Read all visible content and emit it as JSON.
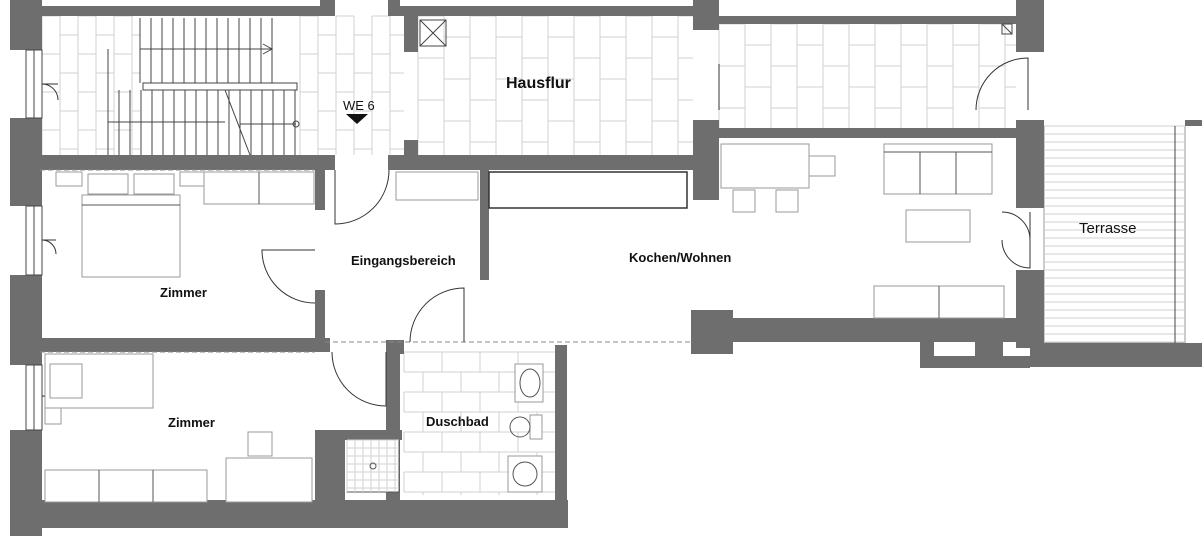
{
  "plan": {
    "rooms": {
      "hausflur": "Hausflur",
      "eingangsbereich": "Eingangsbereich",
      "kochen_wohnen": "Kochen/Wohnen",
      "terrasse": "Terrasse",
      "zimmer_1": "Zimmer",
      "zimmer_2": "Zimmer",
      "duschbad": "Duschbad"
    },
    "unit_marker": "WE 6",
    "colors": {
      "wall": "#6e6e6e",
      "tile": "#d2d2d2",
      "furniture_outline": "#9a9a9a",
      "background": "#ffffff"
    }
  }
}
